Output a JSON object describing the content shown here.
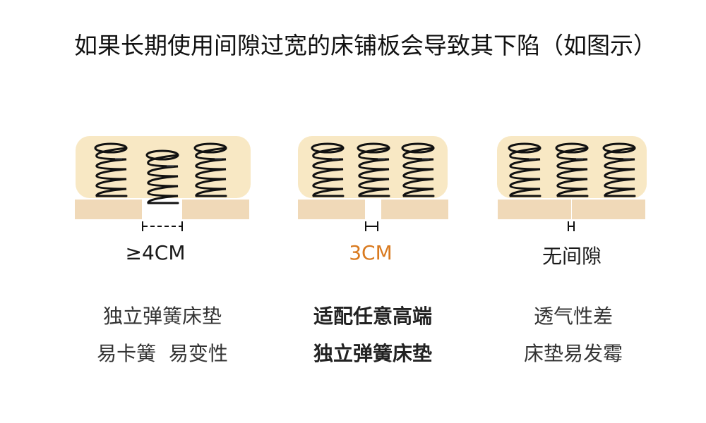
{
  "title": "如果长期使用间隙过宽的床铺板会导致其下陷（如图示）",
  "colors": {
    "mattress": "#f8e8c4",
    "slat": "#f0d9b8",
    "accent": "#d97a1f",
    "text": "#333333"
  },
  "panels": [
    {
      "gap_label": "≥4CM",
      "desc_line1": "独立弹簧床垫",
      "desc_line2": "易卡簧  易变性",
      "emphasis": false
    },
    {
      "gap_label": "3CM",
      "desc_line1": "适配任意高端",
      "desc_line2": "独立弹簧床垫",
      "emphasis": true
    },
    {
      "gap_label": "无间隙",
      "desc_line1": "透气性差",
      "desc_line2": "床垫易发霉",
      "emphasis": false
    }
  ]
}
